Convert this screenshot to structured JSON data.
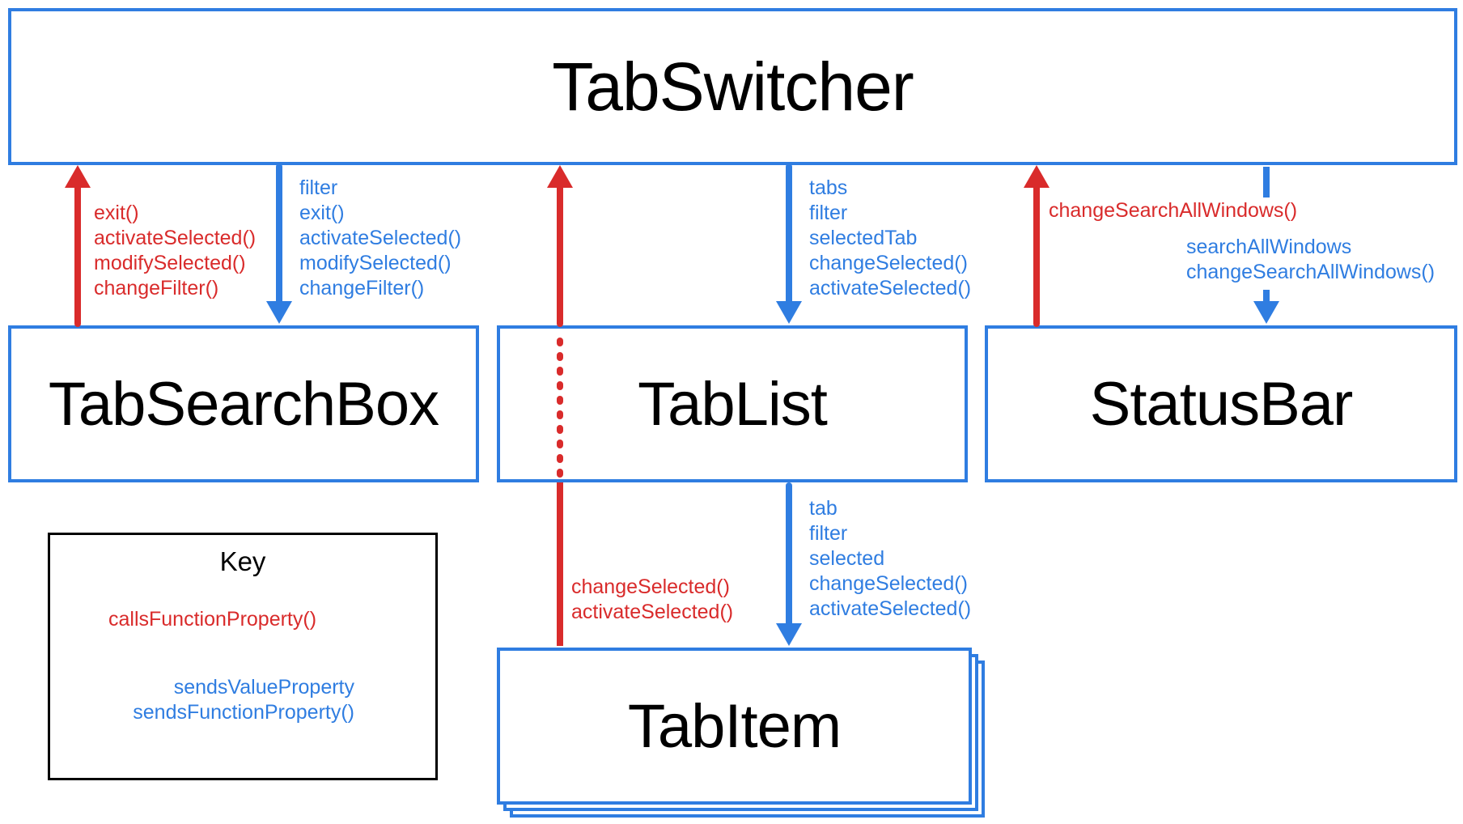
{
  "colors": {
    "box_border": "#2f7de1",
    "value_arrow": "#2f7de1",
    "function_arrow": "#d92b2b"
  },
  "components": {
    "tab_switcher": "TabSwitcher",
    "tab_search_box": "TabSearchBox",
    "tab_list": "TabList",
    "status_bar": "StatusBar",
    "tab_item": "TabItem"
  },
  "edges": {
    "search_box_up": [
      "exit()",
      "activateSelected()",
      "modifySelected()",
      "changeFilter()"
    ],
    "search_box_down": [
      "filter",
      "exit()",
      "activateSelected()",
      "modifySelected()",
      "changeFilter()"
    ],
    "tab_list_down": [
      "tabs",
      "filter",
      "selectedTab",
      "changeSelected()",
      "activateSelected()"
    ],
    "status_bar_up": [
      "changeSearchAllWindows()"
    ],
    "status_bar_down": [
      "searchAllWindows",
      "changeSearchAllWindows()"
    ],
    "tab_item_down": [
      "tab",
      "filter",
      "selected",
      "changeSelected()",
      "activateSelected()"
    ],
    "tab_item_up": [
      "changeSelected()",
      "activateSelected()"
    ]
  },
  "key": {
    "title": "Key",
    "function_label": "callsFunctionProperty()",
    "value_labels": [
      "sendsValueProperty",
      "sendsFunctionProperty()"
    ]
  }
}
